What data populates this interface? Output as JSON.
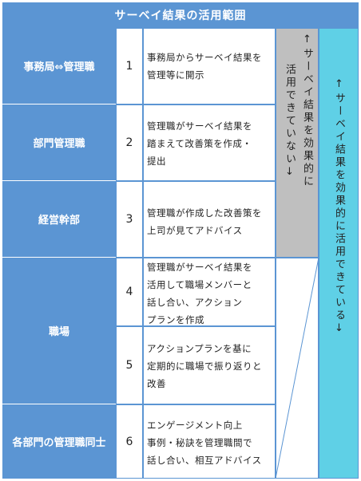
{
  "title": "サーベイ結果の活用範囲",
  "rows": [
    {
      "who": "事務局⇔管理職",
      "num": "1",
      "desc": [
        "事務局からサーベイ結果を",
        "管理等に開示"
      ]
    },
    {
      "who": "部門管理職",
      "num": "2",
      "desc": [
        "管理職がサーベイ結果を",
        "踏まえて改善策を作成・",
        "提出"
      ]
    },
    {
      "who": "経営幹部",
      "num": "3",
      "desc": [
        "管理職が作成した改善策を",
        "上司が見てアドバイス"
      ]
    },
    {
      "who": "職場",
      "num": "4",
      "desc": [
        "管理職がサーベイ結果を",
        "活用して職場メンバーと",
        "話し合い、アクション",
        "プランを作成"
      ]
    },
    {
      "num": "5",
      "desc": [
        "アクションプランを基に",
        "定期的に職場で振り返りと",
        "改善"
      ]
    },
    {
      "who": "各部門の管理職同士",
      "num": "6",
      "desc": [
        "エンゲージメント向上",
        "事例・秘訣を管理職間で",
        "話し合い、相互アドバイス"
      ]
    }
  ],
  "not_used": {
    "line1": "↑サーベイ結果を効果的に",
    "line2": "活用できていない↓"
  },
  "used": {
    "text": "↑サーベイ結果を効果的に活用できている↓"
  },
  "colors": {
    "header": "#5b95d3",
    "grey": "#bfbfbf",
    "teal": "#5fd0e6"
  }
}
